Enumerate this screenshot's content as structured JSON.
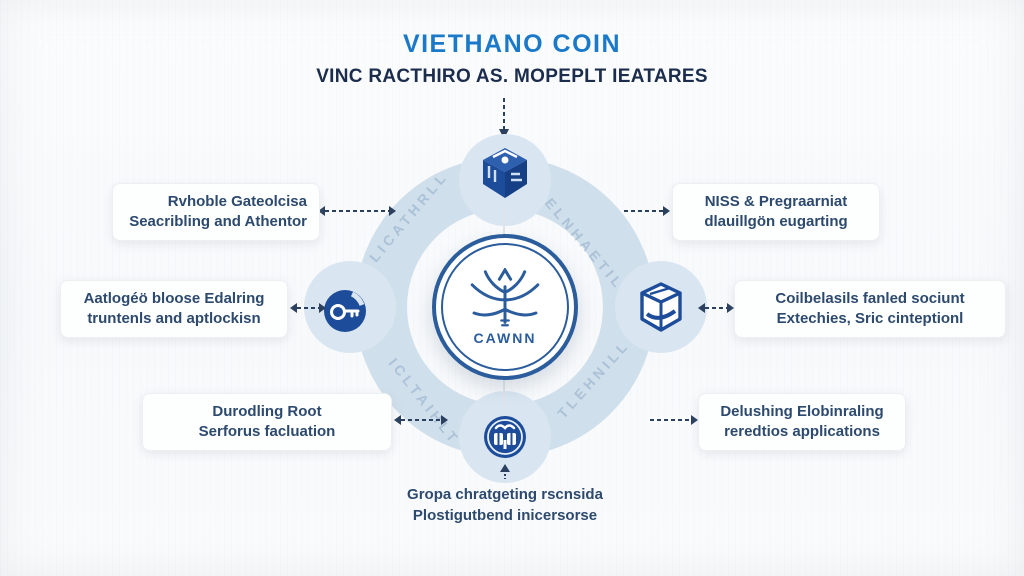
{
  "header": {
    "title": "VIETHANO COIN",
    "subtitle": "VINC RACTHIRO AS. MOPEPLT IEATARES"
  },
  "center": {
    "logo_text": "CAWNN"
  },
  "callouts": [
    {
      "position": "top-left",
      "line1": "Rvhoble Gateolcisa",
      "line2": "Seacribling and Athentor"
    },
    {
      "position": "mid-left",
      "line1": "Aatlogéö bloose Edalring",
      "line2": "truntenls and aptlockisn"
    },
    {
      "position": "bottom-left",
      "line1": "Durodling Root",
      "line2": "Serforus facluation"
    },
    {
      "position": "top-right",
      "line1": "NISS & Pregraarniat",
      "line2": "dlauillgön eugarting"
    },
    {
      "position": "mid-right",
      "line1": "Coilbelasils fanled sociunt",
      "line2": "Extechies, Sric cinteptionl"
    },
    {
      "position": "bottom-right",
      "line1": "Delushing Elobinraling",
      "line2": "reredtios applications"
    }
  ],
  "footer": {
    "line1": "Gropa chratgeting rscnsida",
    "line2": "Plostigutbend inicersorse"
  },
  "watermark": {
    "tl": "LICATHRLL",
    "tr": "ELNHAETIL",
    "bl": "ICLTAIHLT",
    "br": "TLEHNILL"
  },
  "icons": [
    "cube-icon",
    "key-icon",
    "box-icon",
    "seal-icon",
    "lotus-logo-icon"
  ],
  "colors": {
    "title_blue": "#1a79c8",
    "navy_text": "#1b2c4c",
    "icon_blue": "#1d4d9a",
    "emblem_blue": "#2b5c9c",
    "ring": "#cfdfeb",
    "bump": "#d9e6f1",
    "background": "#fafbfc"
  }
}
